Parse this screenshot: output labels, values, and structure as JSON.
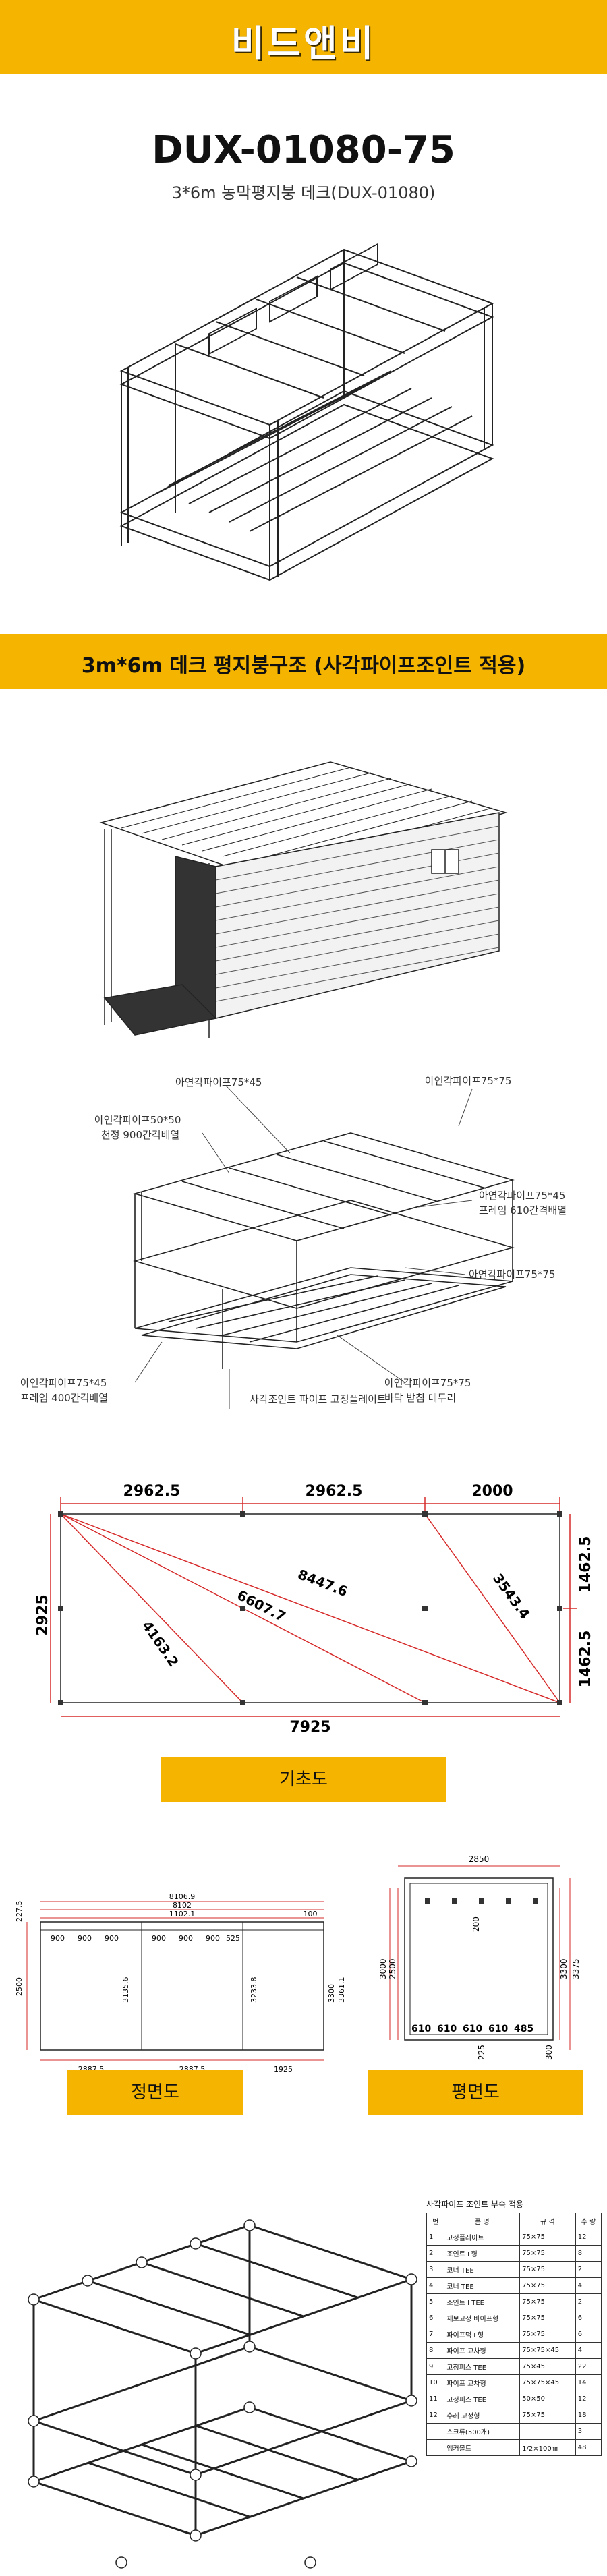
{
  "header": {
    "logo": "비드앤비",
    "brand_color": "#f5b400"
  },
  "product": {
    "model": "DUX-01080-75",
    "subtitle": "3*6m 농막평지붕 데크(DUX-01080)"
  },
  "banner": {
    "title": "3m*6m 데크 평지붕구조 (사각파이프조인트 적용)"
  },
  "structure_labels": {
    "l1": "아연각파이프75*45",
    "l2": "아연각파이프75*75",
    "l3": "아연각파이프50*50",
    "l3b": "천정 900간격배열",
    "l4": "아연각파이프75*45",
    "l4b": "프레임 610간격배열",
    "l5": "아연각파이프75*75",
    "l6": "아연각파이프75*45",
    "l6b": "프레임 400간격배열",
    "l7": "아연각파이프75*75",
    "l7b": "바닥 받침 테두리",
    "l8": "사각조인트 파이프 고정플레이트"
  },
  "foundation": {
    "top_dims": [
      "2962.5",
      "2962.5",
      "2000"
    ],
    "left_dim": "2925",
    "right_dims": [
      "1462.5",
      "1462.5"
    ],
    "bottom_dim": "7925",
    "diagonals": [
      "4163.2",
      "6607.7",
      "8447.6",
      "3543.4"
    ],
    "caption": "기초도"
  },
  "front": {
    "caption": "정면도",
    "dims_top": [
      "8106.9",
      "8102",
      "1102.1",
      "100"
    ],
    "left_dims": [
      "227.5",
      "2500"
    ],
    "spacing": [
      "900",
      "900",
      "900",
      "900",
      "900",
      "900",
      "525"
    ],
    "inner_dims": [
      "3135.6",
      "3233.8",
      "3300",
      "3361.1"
    ],
    "bottom_dims": [
      "2887.5",
      "2887.5",
      "1925"
    ]
  },
  "plan": {
    "caption": "평면도",
    "top_dim": "2850",
    "left_dims": [
      "3000",
      "2500"
    ],
    "inner_dim": "200",
    "right_dims": [
      "3300",
      "3375"
    ],
    "spacing": [
      "610",
      "610",
      "610",
      "610",
      "485"
    ],
    "bottom_dims": [
      "225",
      "300"
    ]
  },
  "parts": {
    "title": "사각파이프 조인트 부속 적용",
    "headers": [
      "번",
      "품   명",
      "규   격",
      "수 량"
    ],
    "rows": [
      [
        "1",
        "고정플레이트",
        "75×75",
        "12"
      ],
      [
        "2",
        "조인트 L형",
        "75×75",
        "8"
      ],
      [
        "3",
        "코너 TEE",
        "75×75",
        "2"
      ],
      [
        "4",
        "코너 TEE",
        "75×75",
        "4"
      ],
      [
        "5",
        "조인트 I TEE",
        "75×75",
        "2"
      ],
      [
        "6",
        "재보고정 바이프형",
        "75×75",
        "6"
      ],
      [
        "7",
        "파이프덕 L형",
        "75×75",
        "6"
      ],
      [
        "8",
        "파이프 교차형",
        "75×75×45",
        "4"
      ],
      [
        "9",
        "고정피스 TEE",
        "75×45",
        "22"
      ],
      [
        "10",
        "파이프 교차형",
        "75×75×45",
        "14"
      ],
      [
        "11",
        "고정피스 TEE",
        "50×50",
        "12"
      ],
      [
        "12",
        "수레 고정형",
        "75×75",
        "18"
      ],
      [
        "",
        "스크류(500개)",
        "",
        "3"
      ],
      [
        "",
        "앵커볼트",
        "1/2×100㎜",
        "48"
      ]
    ]
  }
}
